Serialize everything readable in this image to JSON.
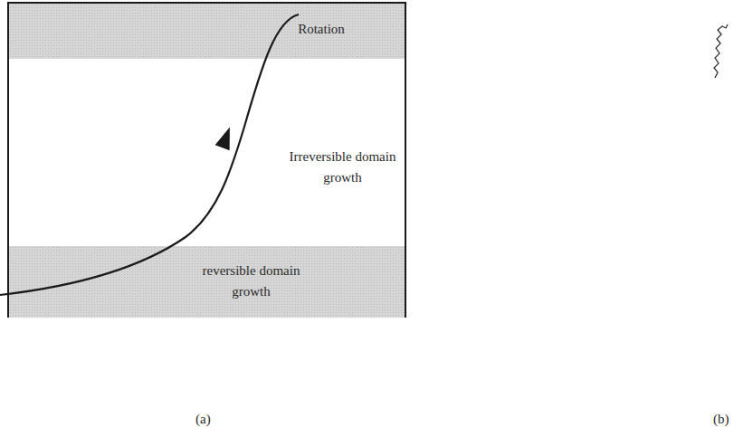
{
  "diagram": {
    "nodes": [
      {
        "text": [
          "Rotation"
        ]
      },
      {
        "text": [
          "Irreversible domain growth"
        ]
      },
      {
        "text": [
          "reversible domain growth"
        ]
      }
    ],
    "labels": [
      "(a)",
      "(b)"
    ]
  }
}
